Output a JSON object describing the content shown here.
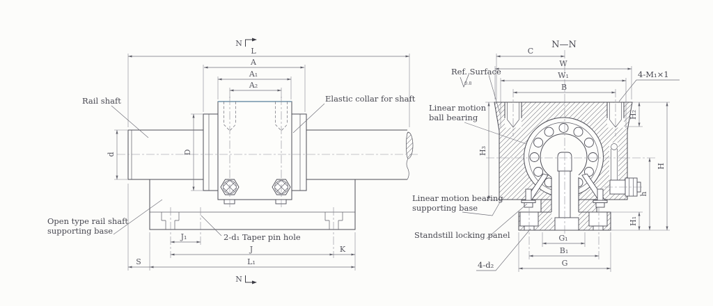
{
  "colors": {
    "background": "#fcfcfa",
    "object_line": "#4b4b54",
    "dimension_line": "#72727c",
    "text": "#474750",
    "accent_top_edge": "#7293ab",
    "hatch_line": "#6e6e78"
  },
  "section_marks": {
    "top": "N",
    "bottom": "N"
  },
  "left_view": {
    "labels": {
      "rail_shaft": "Rail shaft",
      "elastic_collar": "Elastic collar for shaft",
      "open_base_line1": "Open type rail shaft",
      "open_base_line2": "supporting base",
      "taper_pin_hole": "2-d₁ Taper pin hole"
    },
    "dims": {
      "L": "L",
      "A": "A",
      "A1": "A₁",
      "A2": "A₂",
      "D": "D",
      "d": "d",
      "J1": "J₁",
      "J": "J",
      "K": "K",
      "S": "S",
      "L1": "L₁"
    }
  },
  "right_view": {
    "title": "N—N",
    "labels": {
      "ref_surface": "Ref. Surface",
      "roughness": "0.8",
      "tapped_holes": "4-M₁×1",
      "ball_bearing_line1": "Linear motion",
      "ball_bearing_line2": "ball bearing",
      "support_base_line1": "Linear motion bearing",
      "support_base_line2": "supporting base",
      "locking_panel": "Standstill locking panel",
      "counterbore_holes": "4-d₂"
    },
    "dims": {
      "C": "C",
      "W": "W",
      "W1": "W₁",
      "B": "B",
      "H2": "H₂",
      "H3": "H₃",
      "H": "H",
      "h": "h",
      "H1": "H₁",
      "G1": "G₁",
      "B1": "B₁",
      "G": "G"
    }
  }
}
